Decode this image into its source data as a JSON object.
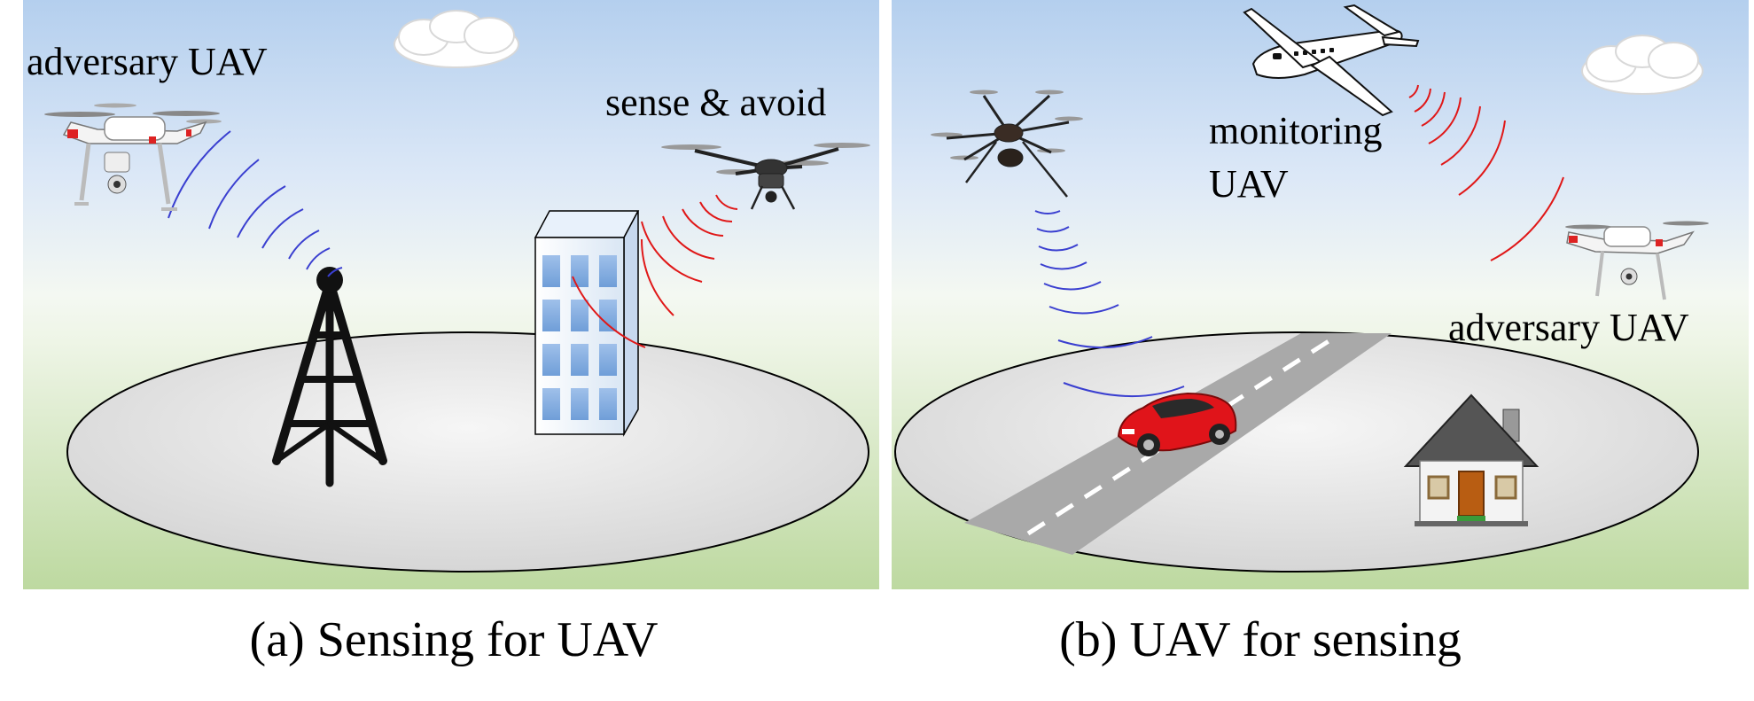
{
  "panels": [
    {
      "id": "a",
      "caption": "(a) Sensing for UAV",
      "labels": {
        "adversary": "adversary UAV",
        "sense_avoid": "sense & avoid"
      }
    },
    {
      "id": "b",
      "caption": "(b) UAV for sensing",
      "labels": {
        "monitoring_line1": "monitoring",
        "monitoring_line2": "UAV",
        "adversary": "adversary UAV"
      }
    }
  ],
  "colors": {
    "blue_wave": "#3a3fd0",
    "red_wave": "#e01818",
    "car": "#e0141a",
    "sky_top": "#b4cfee",
    "ground": "#c2dca6"
  }
}
